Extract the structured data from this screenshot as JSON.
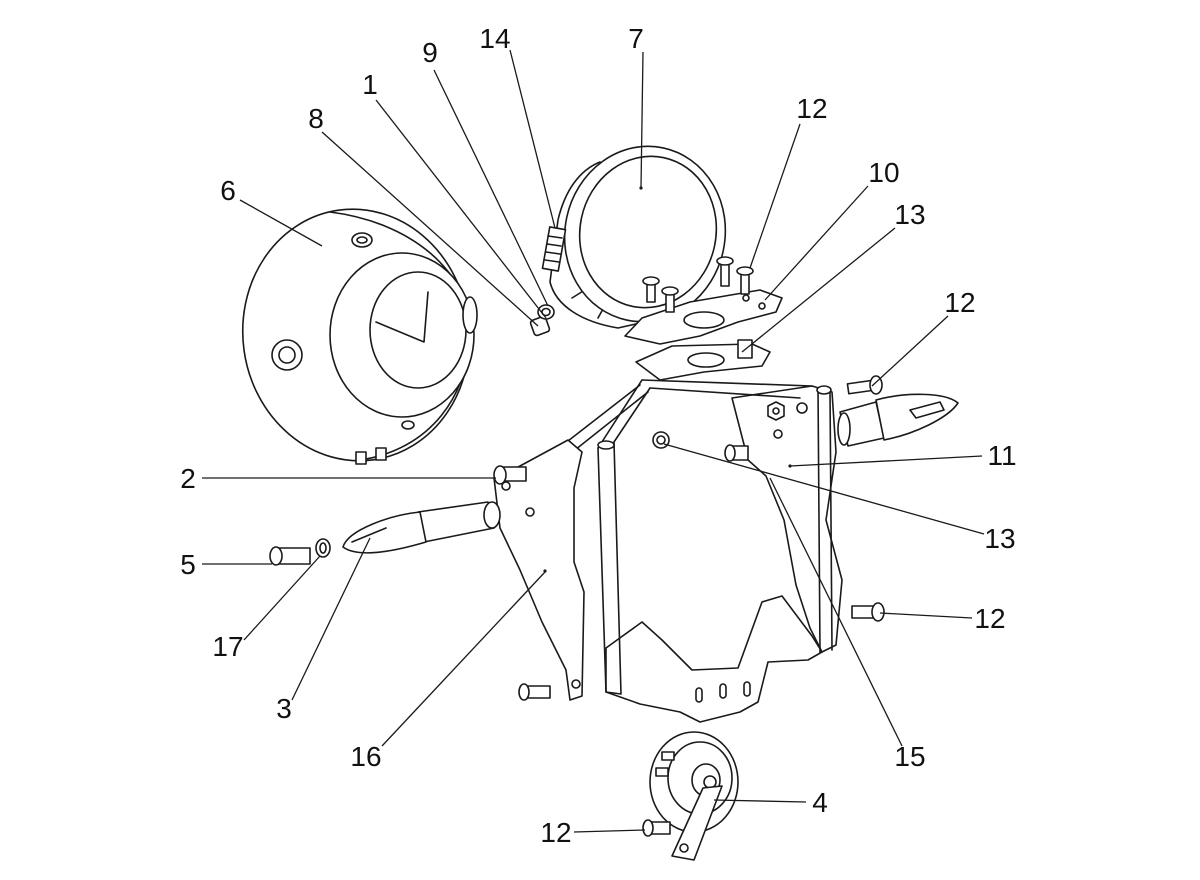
{
  "diagram": {
    "callouts": [
      "14",
      "7",
      "9",
      "1",
      "12",
      "8",
      "10",
      "6",
      "13",
      "12",
      "11",
      "2",
      "13",
      "5",
      "12",
      "17",
      "3",
      "16",
      "15",
      "4",
      "12"
    ]
  },
  "colors": {
    "line": "#1a1a1a",
    "background": "#ffffff",
    "text": "#111111"
  }
}
